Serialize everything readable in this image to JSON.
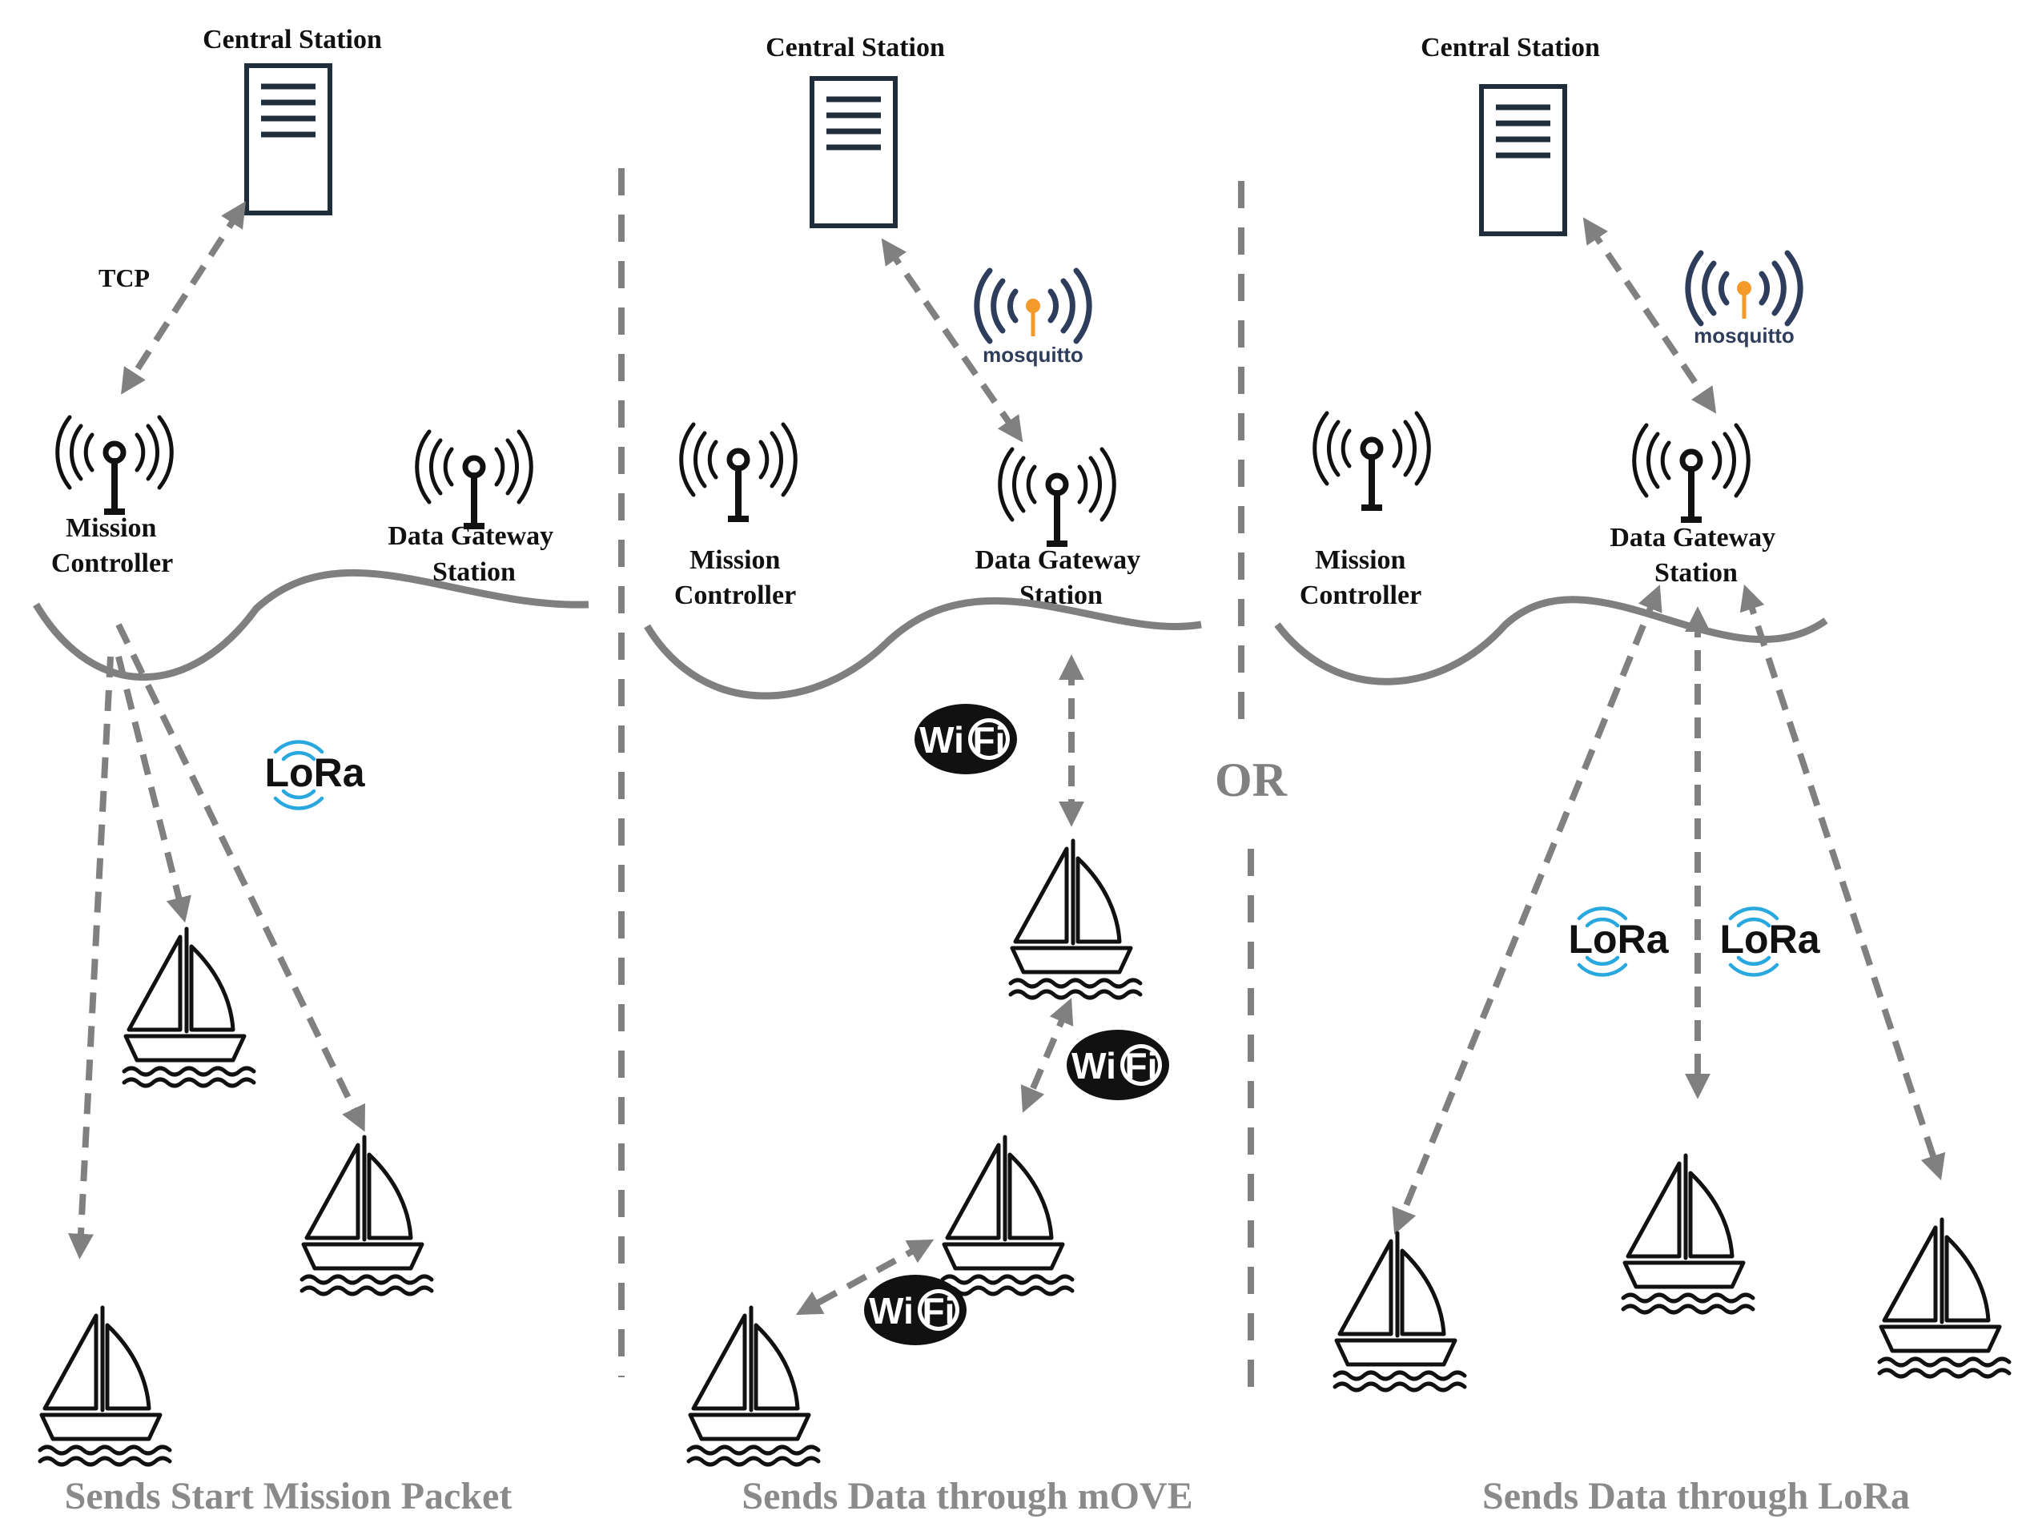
{
  "colors": {
    "arrow": "#808080",
    "wave": "#7f7f7f",
    "server": "#1f2d3d",
    "caption": "#8a8a8a",
    "lora_wave": "#29a8e0",
    "mosquitto_dark": "#2e3d5c",
    "mosquitto_accent": "#f39a2a"
  },
  "panels": [
    {
      "central_station": "Central Station",
      "link_label": "TCP",
      "mission_controller": [
        "Mission",
        "Controller"
      ],
      "data_gateway": [
        "Data Gateway",
        "Station"
      ],
      "caption": "Sends Start Mission Packet"
    },
    {
      "central_station": "Central Station",
      "mission_controller": [
        "Mission",
        "Controller"
      ],
      "data_gateway": [
        "Data Gateway",
        "Station"
      ],
      "caption": "Sends Data through mOVE"
    },
    {
      "central_station": "Central Station",
      "mission_controller": [
        "Mission",
        "Controller"
      ],
      "data_gateway": [
        "Data Gateway",
        "Station"
      ],
      "caption": "Sends Data through LoRa"
    }
  ],
  "separator_label": "OR",
  "logos": {
    "lora": "LoRa",
    "wifi": [
      "Wi",
      "Fi"
    ],
    "mosquitto": "mosquitto"
  },
  "icons": {
    "server": "server-icon",
    "antenna": "antenna-icon",
    "boat": "sailboat-icon",
    "lora": "lora-logo",
    "wifi": "wifi-logo",
    "mosquitto": "mosquitto-logo"
  }
}
